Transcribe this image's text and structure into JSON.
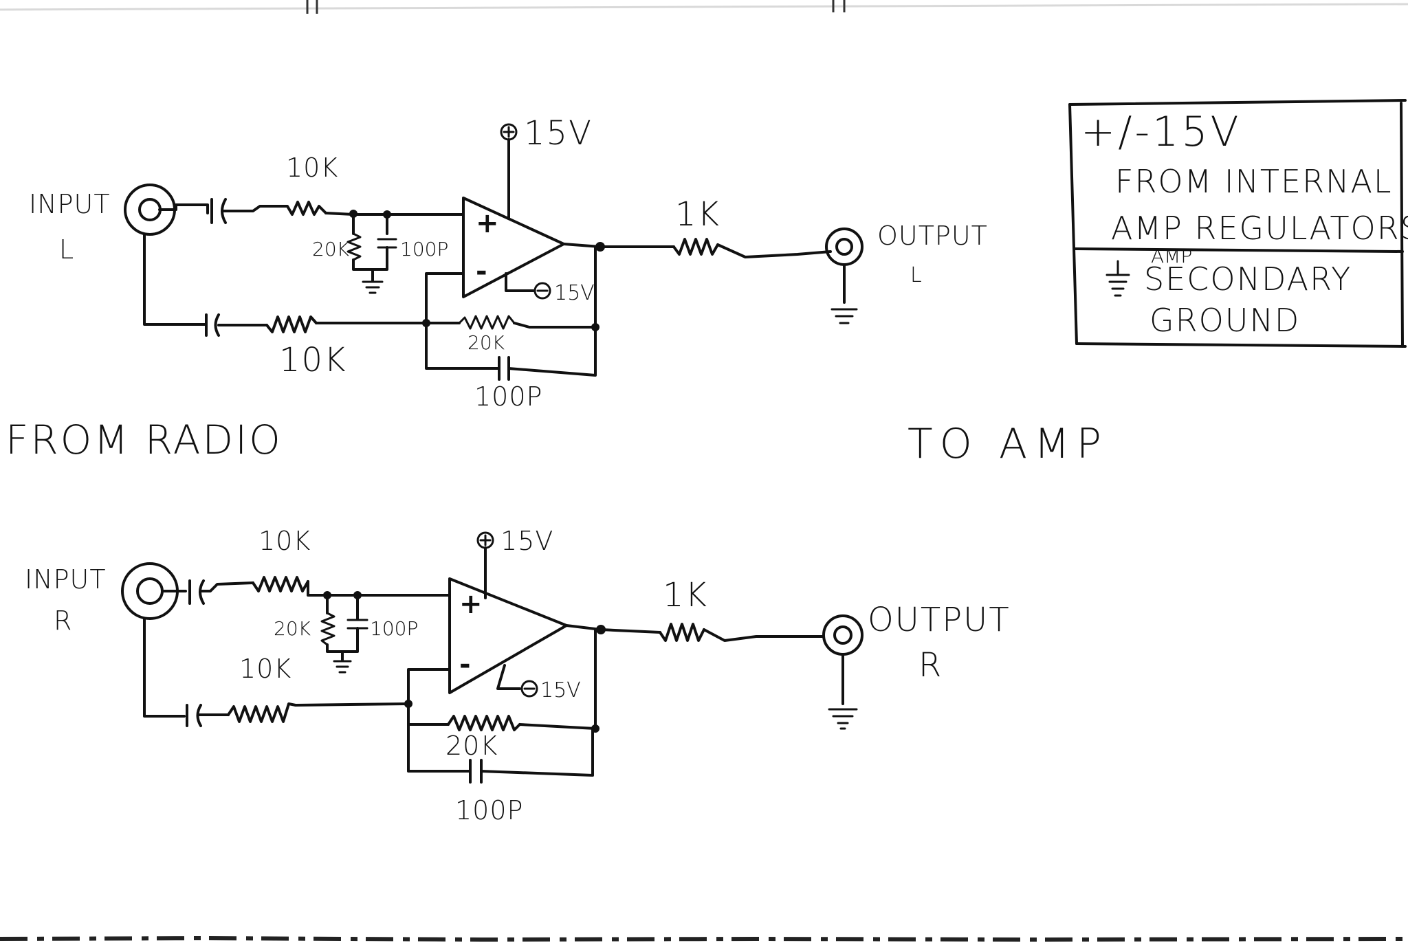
{
  "labels": {
    "from_radio": "FROM RADIO",
    "to_amp": "TO AMP"
  },
  "channel_left": {
    "input_label": "INPUT",
    "input_side": "L",
    "output_label": "OUTPUT",
    "output_side": "L",
    "r_input": "10K",
    "r_feedforward": "10K",
    "r_shunt": "20K",
    "c_shunt": "100P",
    "r_feedback": "20K",
    "c_feedback": "100P",
    "r_output": "1K",
    "pos_supply": "15V",
    "neg_supply": "15V",
    "pos_sign": "+",
    "neg_sign": "-"
  },
  "channel_right": {
    "input_label": "INPUT",
    "input_side": "R",
    "output_label": "OUTPUT",
    "output_side": "R",
    "r_input": "10K",
    "r_feedforward": "10K",
    "r_shunt": "20K",
    "c_shunt": "100P",
    "r_feedback": "20K",
    "c_feedback": "100P",
    "r_output": "1K",
    "pos_supply": "15V",
    "neg_supply": "15V",
    "pos_sign": "+",
    "neg_sign": "-"
  },
  "notes_box": {
    "supply_line": "+/-15V",
    "source_line1": "FROM INTERNAL",
    "source_line2": "AMP REGULATORS",
    "ground_line1": "AMP",
    "ground_line2": "SECONDARY",
    "ground_line3": "GROUND"
  }
}
